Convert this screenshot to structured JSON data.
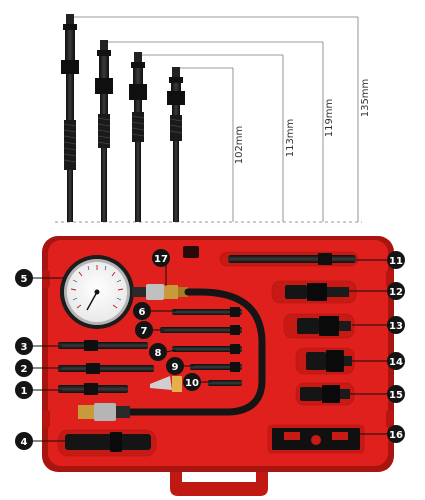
{
  "dimensions": [
    {
      "label": "102mm",
      "color": "#6b6b6b"
    },
    {
      "label": "113mm",
      "color": "#6b6b6b"
    },
    {
      "label": "119mm",
      "color": "#6b6b6b"
    },
    {
      "label": "135mm",
      "color": "#6b6b6b"
    }
  ],
  "callouts": [
    "1",
    "2",
    "3",
    "4",
    "5",
    "6",
    "7",
    "8",
    "9",
    "10",
    "11",
    "12",
    "13",
    "14",
    "15",
    "16",
    "17"
  ],
  "colors": {
    "case_red": "#e0201c",
    "case_dark": "#a8140f",
    "tool_black": "#1b1b1b",
    "badge": "#141414",
    "brass": "#c89a3a"
  }
}
